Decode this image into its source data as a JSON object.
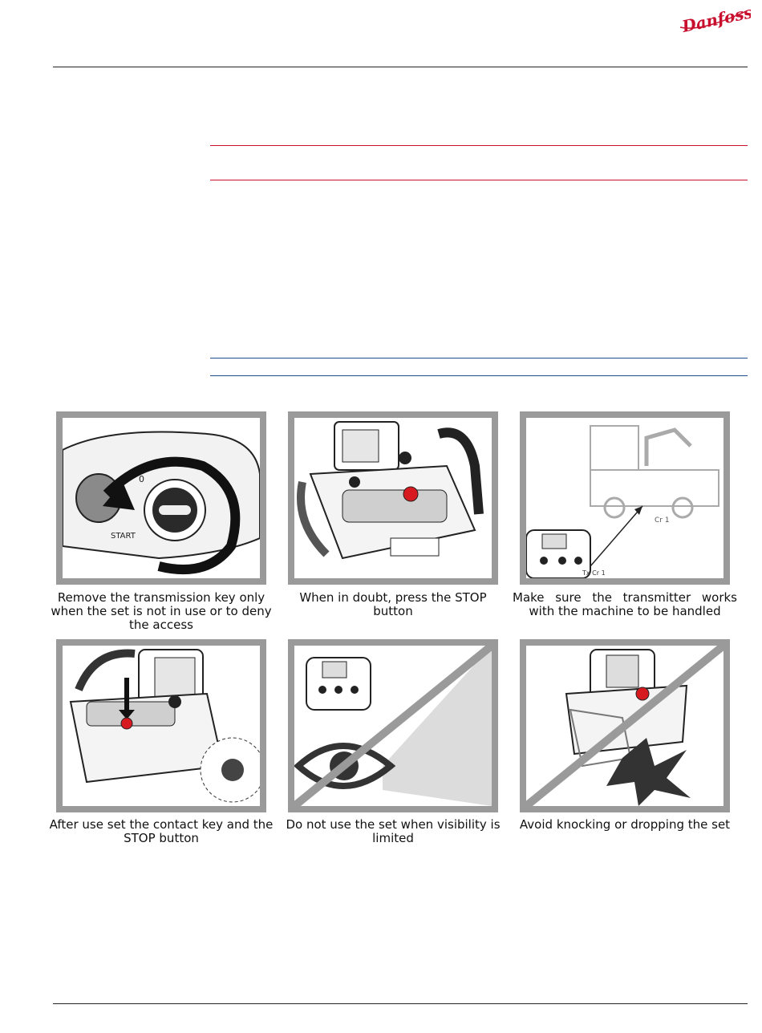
{
  "brand": {
    "logo_text": "Danfoss",
    "color": "#c8102e"
  },
  "colors": {
    "frame": "#9a9a9a",
    "accent_red": "#c8102e",
    "accent_blue": "#1f4e8c"
  },
  "panels": [
    {
      "caption": "Remove the transmission key only when the set is not in use or to deny the access",
      "labels": {
        "zero": "0",
        "start": "START"
      }
    },
    {
      "caption": "When in doubt, press the STOP button"
    },
    {
      "caption": "Make sure the transmitter works with the machine to be handled",
      "labels": {
        "receiver": "Cr 1",
        "transmitter": "Tx Cr 1"
      }
    },
    {
      "caption": "After use set the contact key and the STOP button"
    },
    {
      "caption": "Do not use the set when visibility is limited"
    },
    {
      "caption": "Avoid knocking or dropping the set"
    }
  ]
}
